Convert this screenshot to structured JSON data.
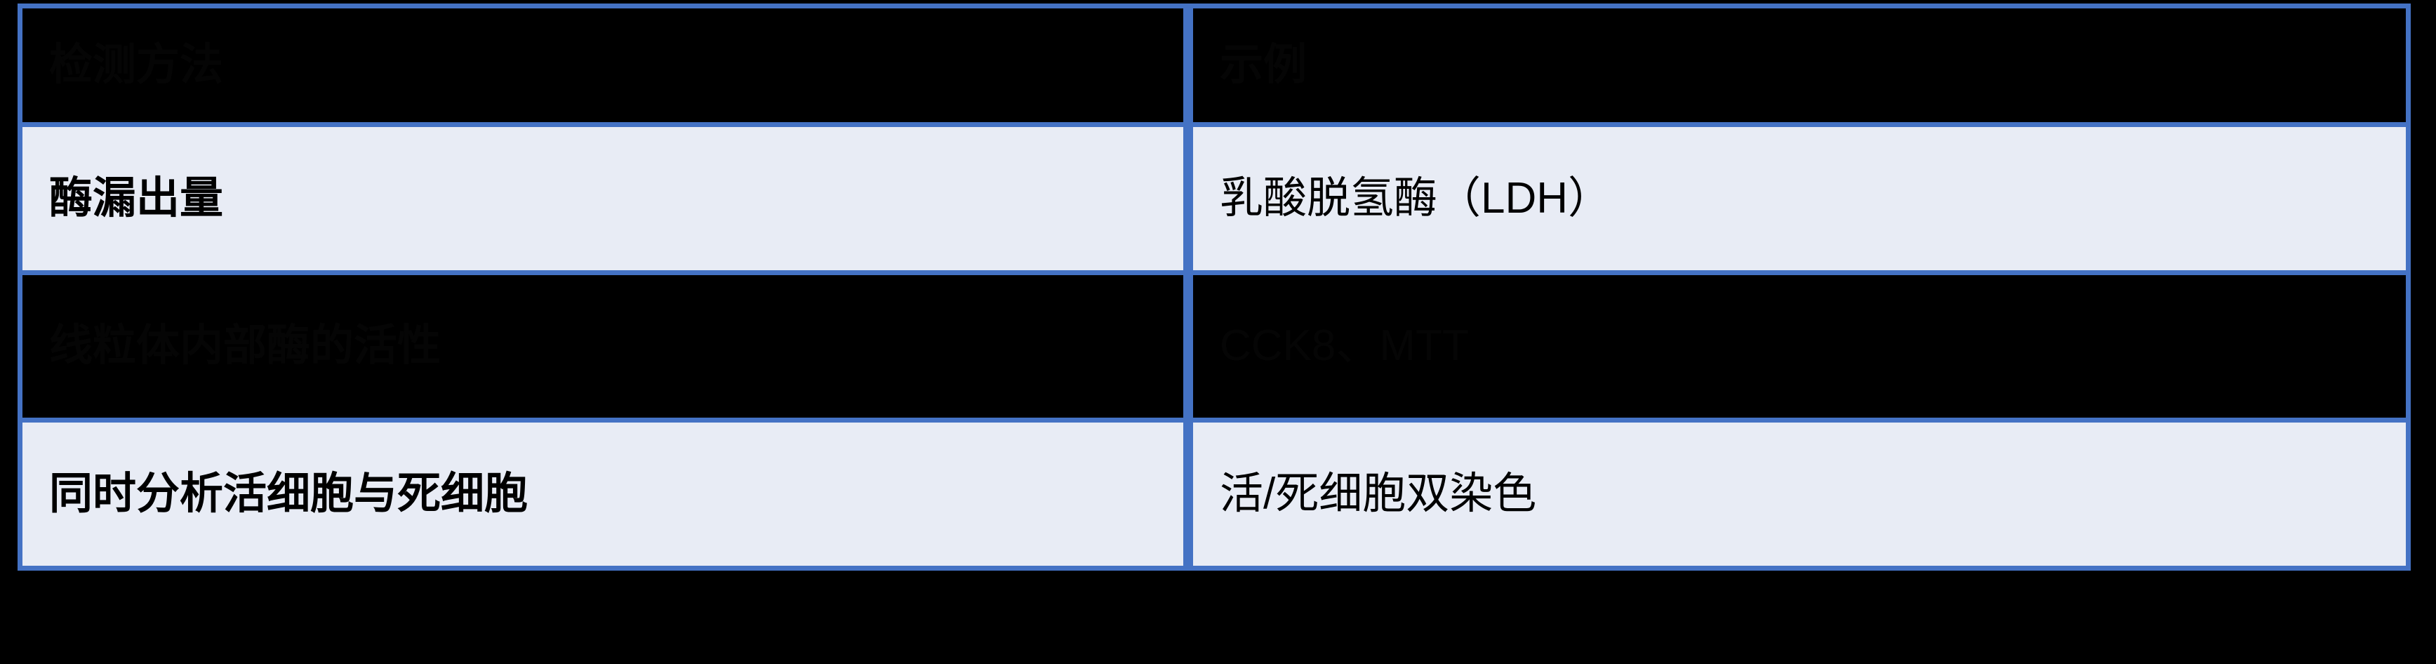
{
  "table": {
    "columns": [
      {
        "key": "method",
        "header": "检测方法"
      },
      {
        "key": "example",
        "header": "示例"
      }
    ],
    "rows": [
      {
        "method": "酶漏出量",
        "example": "乳酸脱氢酶（LDH）"
      },
      {
        "method": "线粒体内部酶的活性",
        "example": "CCK8、MTT"
      },
      {
        "method": "同时分析活细胞与死细胞",
        "example": "活/死细胞双染色"
      }
    ]
  },
  "colors": {
    "border": "#4472c4",
    "row_light_background": "#e8ecf5",
    "row_dark_background": "#000000",
    "page_background": "#000000",
    "light_row_text": "#000000",
    "dark_row_text": "#050505"
  }
}
